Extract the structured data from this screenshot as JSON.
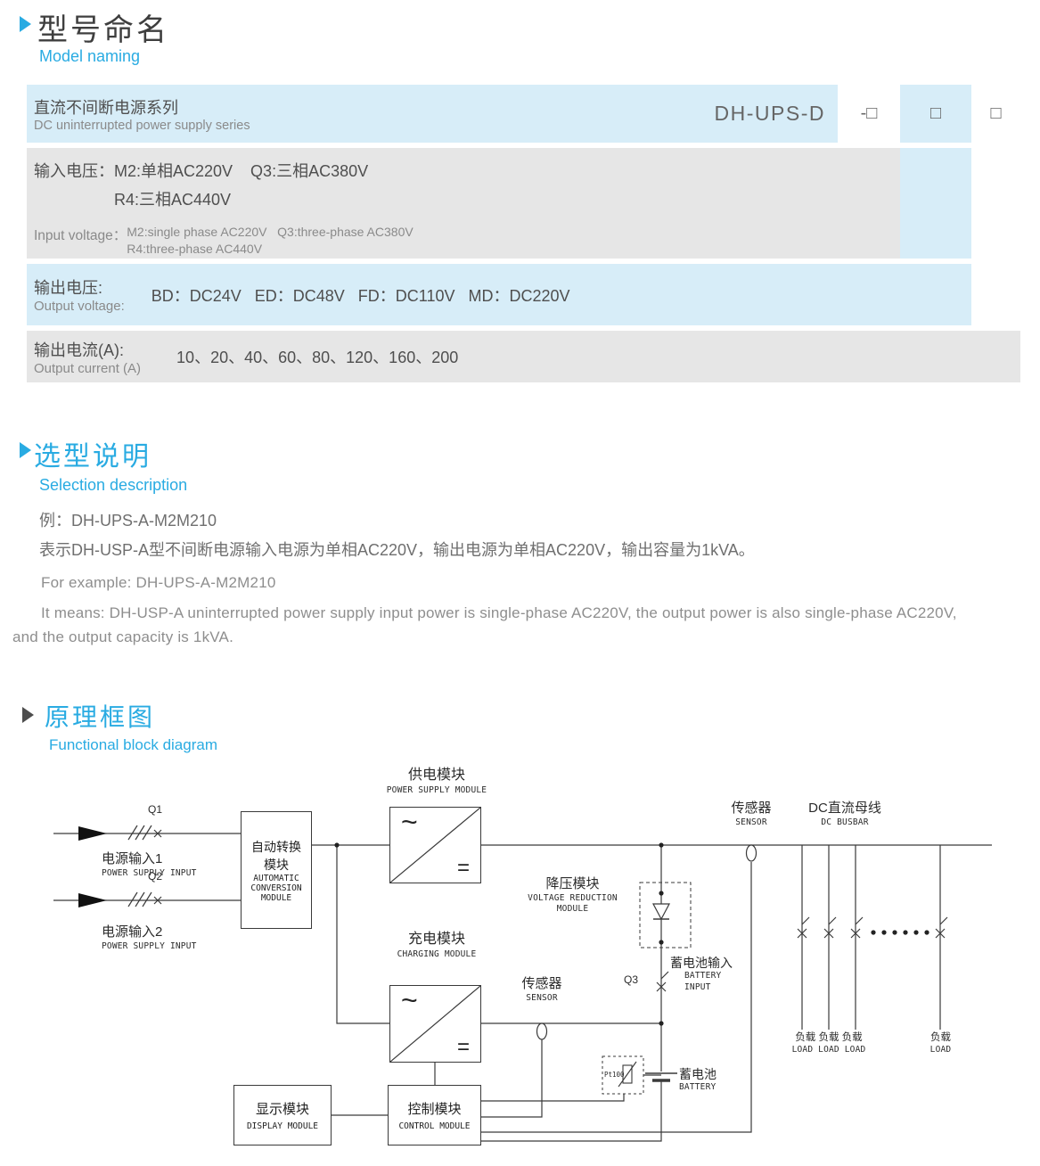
{
  "colors": {
    "accent": "#29abe2",
    "row_blue": "#d7edf8",
    "row_gray": "#e6e6e6"
  },
  "icons": {
    "section_arrow": "triangle-right"
  },
  "model_naming": {
    "title_zh": "型号命名",
    "title_en": "Model naming",
    "series_zh": "直流不间断电源系列",
    "series_en": "DC uninterrupted power supply series",
    "code": "DH-UPS-D",
    "code_box1": "-□",
    "code_box2": "□",
    "code_box3": "□",
    "input_voltage": {
      "label_zh": "输入电压：",
      "zh_line1": "M2:单相AC220V    Q3:三相AC380V",
      "zh_line2": "R4:三相AC440V",
      "label_en": "Input voltage：",
      "en_line1": "M2:single phase AC220V   Q3:three-phase AC380V",
      "en_line2": "R4:three-phase AC440V"
    },
    "output_voltage": {
      "label_zh": "输出电压:",
      "label_en": "Output voltage:",
      "value": "BD：DC24V   ED：DC48V   FD：DC110V   MD：DC220V"
    },
    "output_current": {
      "label_zh": "输出电流(A):",
      "label_en": "Output current (A)",
      "value": "10、20、40、60、80、120、160、200"
    }
  },
  "selection": {
    "title_zh": "选型说明",
    "title_en": "Selection description",
    "example_zh": "例：DH-UPS-A-M2M210",
    "meaning_zh": "表示DH-USP-A型不间断电源输入电源为单相AC220V，输出电源为单相AC220V，输出容量为1kVA。",
    "example_en": "For example: DH-UPS-A-M2M210",
    "meaning_en1": "It means: DH-USP-A uninterrupted power supply input power is single-phase AC220V, the output power is also single-phase AC220V,",
    "meaning_en2": "and the output capacity is 1kVA."
  },
  "diagram": {
    "title_zh": "原理框图",
    "title_en": "Functional block diagram",
    "power_supply_module": {
      "zh": "供电模块",
      "en": "POWER SUPPLY MODULE"
    },
    "auto_conversion": {
      "zh1": "自动转换",
      "zh2": "模块",
      "en1": "AUTOMATIC",
      "en2": "CONVERSION",
      "en3": "MODULE"
    },
    "q1": "Q1",
    "q2": "Q2",
    "q3": "Q3",
    "input1": {
      "zh": "电源输入1",
      "en": "POWER SUPPLY INPUT"
    },
    "input2": {
      "zh": "电源输入2",
      "en": "POWER SUPPLY INPUT"
    },
    "sensor_bus": {
      "zh": "传感器",
      "en": "SENSOR"
    },
    "dc_bus": {
      "zh": "DC直流母线",
      "en": "DC BUSBAR"
    },
    "voltage_reduction": {
      "zh": "降压模块",
      "en1": "VOLTAGE REDUCTION",
      "en2": "MODULE"
    },
    "charging": {
      "zh": "充电模块",
      "en": "CHARGING MODULE"
    },
    "sensor_charge": {
      "zh": "传感器",
      "en": "SENSOR"
    },
    "battery_input": {
      "zh": "蓄电池输入",
      "en1": "BATTERY",
      "en2": "INPUT"
    },
    "battery": {
      "zh": "蓄电池",
      "en": "BATTERY"
    },
    "pt100": "Pt100",
    "display": {
      "zh": "显示模块",
      "en": "DISPLAY MODULE"
    },
    "control": {
      "zh": "控制模块",
      "en": "CONTROL MODULE"
    },
    "loads": {
      "zh": "负载 负载 负载",
      "en": "LOAD LOAD LOAD"
    },
    "load": {
      "zh": "负载",
      "en": "LOAD"
    },
    "ac_symbol": "~",
    "dc_symbol": "="
  }
}
